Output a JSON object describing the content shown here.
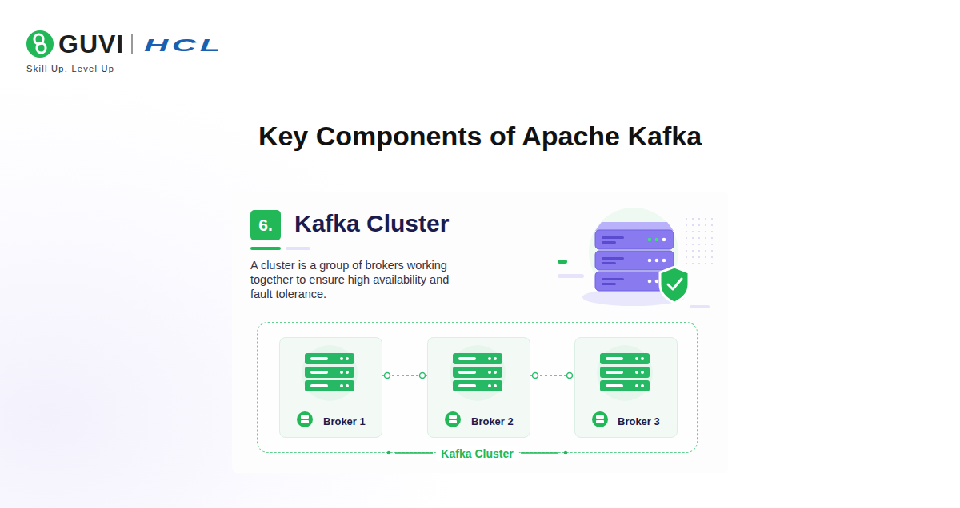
{
  "diagram": {
    "title": "Key Components of Apache Kafka",
    "nodes": [
      {
        "text": [
          "Kafka Cluster",
          "A cluster is a group of brokers working together to ensure high availability and fault tolerance."
        ]
      },
      {
        "text": [
          "6."
        ],
        "in": 0
      },
      {
        "text": [
          "Kafka Cluster"
        ],
        "in": 0
      },
      {
        "text": [
          "Broker 1"
        ],
        "in": 2
      },
      {
        "text": [
          "Broker 2"
        ],
        "in": 2
      },
      {
        "text": [
          "Broker 3"
        ],
        "in": 2
      }
    ],
    "edges": [
      {
        "from": 3,
        "to": 4,
        "arrow": "none"
      },
      {
        "from": 4,
        "to": 5,
        "arrow": "none"
      }
    ],
    "labels": [
      "GUVI",
      "HCL",
      "Skill Up. Level Up"
    ]
  }
}
